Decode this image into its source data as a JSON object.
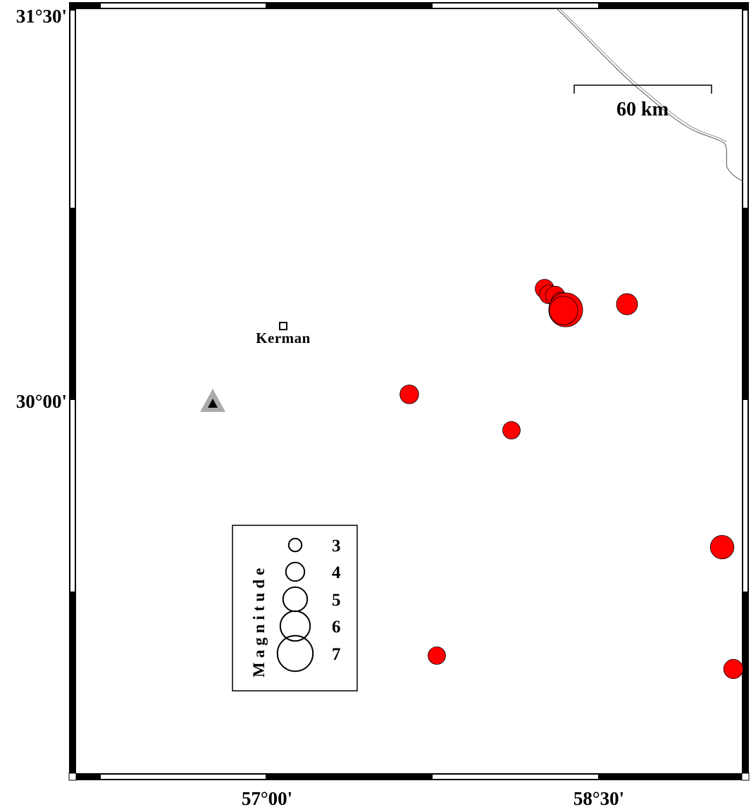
{
  "map": {
    "lat_labels": [
      {
        "id": "lat-31-30",
        "text": "31°30'"
      },
      {
        "id": "lat-30-00",
        "text": "30°00'"
      }
    ],
    "lon_labels": [
      {
        "id": "lon-57-00",
        "text": "57°00'"
      },
      {
        "id": "lon-58-30",
        "text": "58°30'"
      }
    ],
    "scale_bar": {
      "label": "60 km"
    },
    "city": {
      "name": "Kerman"
    },
    "station_symbol": "triangle-station-icon",
    "event_color": "#ff0000",
    "events": [
      {
        "id": "ev-01",
        "magnitude": 3.8
      },
      {
        "id": "ev-02",
        "magnitude": 3.8
      },
      {
        "id": "ev-03",
        "magnitude": 3.9
      },
      {
        "id": "ev-04",
        "magnitude": 4.2
      },
      {
        "id": "ev-05",
        "magnitude": 6.3
      },
      {
        "id": "ev-06",
        "magnitude": 5.4
      },
      {
        "id": "ev-07",
        "magnitude": 4.2
      },
      {
        "id": "ev-08",
        "magnitude": 3.8
      },
      {
        "id": "ev-09",
        "magnitude": 3.6
      },
      {
        "id": "ev-10",
        "magnitude": 4.6
      },
      {
        "id": "ev-11",
        "magnitude": 3.6
      },
      {
        "id": "ev-12",
        "magnitude": 3.9
      }
    ],
    "legend": {
      "title": "Magnitude",
      "entries": [
        {
          "label": "3",
          "magnitude": 3
        },
        {
          "label": "4",
          "magnitude": 4
        },
        {
          "label": "5",
          "magnitude": 5
        },
        {
          "label": "6",
          "magnitude": 6
        },
        {
          "label": "7",
          "magnitude": 7
        }
      ]
    }
  }
}
